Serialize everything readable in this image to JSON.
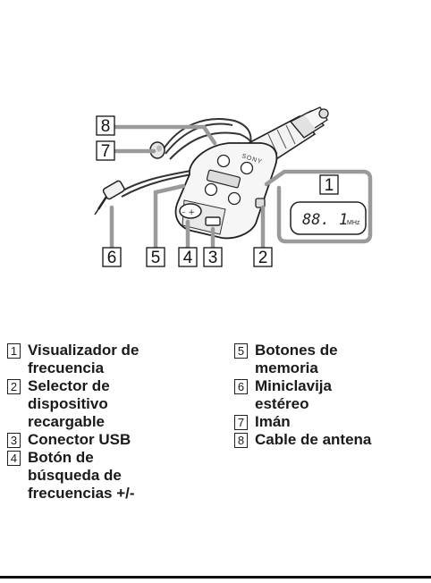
{
  "callouts": [
    "1",
    "2",
    "3",
    "4",
    "5",
    "6",
    "7",
    "8"
  ],
  "display": {
    "frequency": "88. 1",
    "unit": "MHz"
  },
  "brand": "SONY",
  "legend": {
    "left": [
      {
        "num": "1",
        "text": "Visualizador de\nfrecuencia"
      },
      {
        "num": "2",
        "text": "Selector de\ndispositivo\nrecargable"
      },
      {
        "num": "3",
        "text": "Conector USB"
      },
      {
        "num": "4",
        "text": "Botón de\nbúsqueda de\nfrecuencias +/-"
      }
    ],
    "right": [
      {
        "num": "5",
        "text": "Botones de\nmemoria"
      },
      {
        "num": "6",
        "text": "Miniclavija\nestéreo"
      },
      {
        "num": "7",
        "text": "Imán"
      },
      {
        "num": "8",
        "text": "Cable de antena"
      }
    ]
  },
  "colors": {
    "callout_line": "#9a9a9a",
    "ink": "#1a1a1a"
  }
}
